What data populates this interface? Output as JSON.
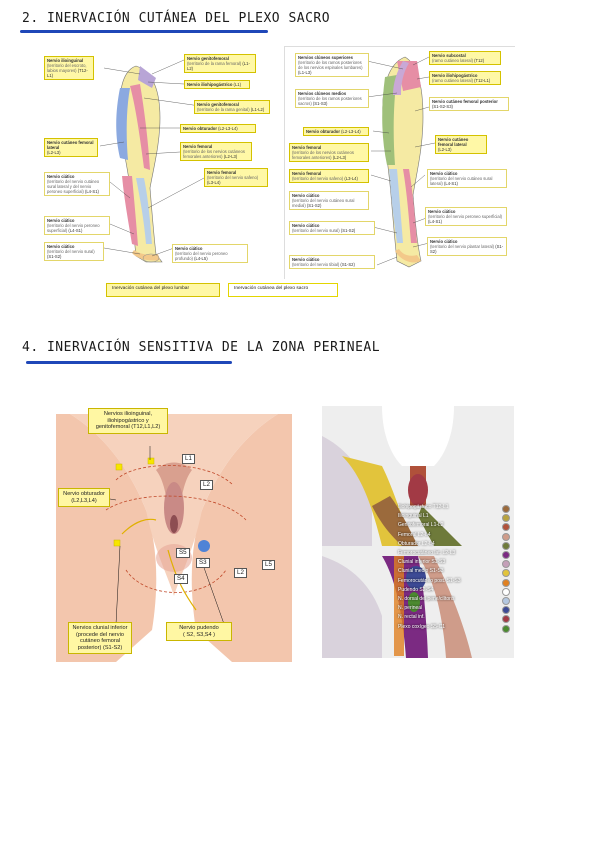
{
  "section2": {
    "title": "2. INERVACIÓN CUTÁNEA DEL PLEXO SACRO",
    "left_labels": {
      "ilioinguinal": {
        "name": "Nervio ilioinguinal",
        "desc": "(territorio del escroto, labios mayores)",
        "seg": "(T12-L1)"
      },
      "genitofemoral_top": {
        "name": "Nervio genitofemoral",
        "desc": "(territorio de la rama femoral)",
        "seg": "(L1-L2)"
      },
      "iliohipogastrico": {
        "name": "Nervio iliohipogástrico",
        "seg": "(L1)"
      },
      "genitofemoral": {
        "name": "Nervio genitofemoral",
        "desc": "(territorio de la rama genital)",
        "seg": "(L1-L2)"
      },
      "obturador": {
        "name": "Nervio obturador",
        "seg": "(L2-L3-L4)"
      },
      "cutaneo_femoral_lateral": {
        "name": "Nervio cutáneo femoral lateral",
        "seg": "(L2-L3)"
      },
      "femoral": {
        "name": "Nervio femoral",
        "desc": "(territorio de los nervios cutáneos femorales anteriores)",
        "seg": "(L2-L3)"
      },
      "safeno": {
        "name": "Nervio femoral",
        "desc": "(territorio del nervio safeno)",
        "seg": "(L3-L4)"
      },
      "ciatico_1": {
        "name": "Nervio ciático",
        "desc": "(territorio del nervio cutáneo sural lateral y del nervio peroneo superficial)",
        "seg": "(L4-S1)"
      },
      "ciatico_2": {
        "name": "Nervio ciático",
        "desc": "(territorio del nervio peroneo superficial)",
        "seg": "(L4-S1)"
      },
      "ciatico_3": {
        "name": "Nervio ciático",
        "desc": "(territorio del nervio sural)",
        "seg": "(S1-S2)"
      },
      "ciatico_4": {
        "name": "Nervio ciático",
        "desc": "(territorio del nervio peroneo profundo)",
        "seg": "(L4-L5)"
      }
    },
    "right_labels": {
      "clunios_sup": {
        "name": "Nervios clúneos superiores",
        "desc": "(territorio de los ramos posteriores de los nervios espinales lumbares)",
        "seg": "(L1-L3)"
      },
      "clunios_med": {
        "name": "Nervios clúneos medios",
        "desc": "(territorio de los ramos posteriores sacros)",
        "seg": "(S1-S3)"
      },
      "subcostal": {
        "name": "Nervio subcostal",
        "desc": "(ramo cutáneo lateral)",
        "seg": "(T12)"
      },
      "iliohipogastrico": {
        "name": "Nervio iliohipogástrico",
        "desc": "(ramo cutáneo lateral)",
        "seg": "(T12-L1)"
      },
      "cutaneo_post": {
        "name": "Nervio cutáneo femoral posterior",
        "seg": "(S1-S2-S3)"
      },
      "obturador": {
        "name": "Nervio obturador",
        "seg": "(L2-L3-L4)"
      },
      "cutaneo_lat": {
        "name": "Nervio cutáneo femoral lateral",
        "seg": "(L2-L3)"
      },
      "femoral": {
        "name": "Nervio femoral",
        "desc": "(territorio de los nervios cutáneos femorales anteriores)",
        "seg": "(L2-L3)"
      },
      "femoral_safeno": {
        "name": "Nervio femoral",
        "desc": "(territorio del nervio safeno)",
        "seg": "(L3-L4)"
      },
      "ciatico_a": {
        "name": "Nervio ciático",
        "desc": "(territorio del nervio cutáneo sural lateral)",
        "seg": "(L4-S1)"
      },
      "ciatico_b": {
        "name": "Nervio ciático",
        "desc": "(territorio del nervio cutáneo sural medial)",
        "seg": "(S1-S2)"
      },
      "ciatico_c": {
        "name": "Nervio ciático",
        "desc": "(territorio del nervio peroneo superficial)",
        "seg": "(L4-S1)"
      },
      "ciatico_d": {
        "name": "Nervio ciático",
        "desc": "(territorio del nervio sural)",
        "seg": "(S1-S2)"
      },
      "ciatico_e": {
        "name": "Nervio ciático",
        "desc": "(territorio del nervio plantar lateral)",
        "seg": "(S1-S2)"
      },
      "ciatico_f": {
        "name": "Nervio ciático",
        "desc": "(territorio del nervio tibial)",
        "seg": "(S1-S2)"
      }
    },
    "legend_lumbar": "Inervación cutánea del plexo lumbar",
    "legend_sacro": "Inervación cutánea del plexo sacro"
  },
  "section4": {
    "title": "4. INERVACIÓN SENSITIVA DE LA ZONA PERINEAL",
    "labels": {
      "ilio": {
        "name": "Nervios ilioinguinal, iliohipogástrico y genitofemoral",
        "seg": "(T12,L1,L2)"
      },
      "obturador": {
        "name": "Nervio obturador",
        "seg": "(L2,L3,L4)"
      },
      "clunial": {
        "name": "Nervios clunial inferior (procede del nervio cutáneo femoral posterior)",
        "seg": "(S1-S2)"
      },
      "pudendo": {
        "name": "Nervio pudendo",
        "seg": "( S2, S3,S4 )"
      }
    },
    "segments": {
      "l1": "L1",
      "l2a": "L2",
      "s3": "S3",
      "s4": "S4",
      "s5": "S5",
      "l2b": "L2",
      "l5": "L5"
    },
    "legend": [
      {
        "text": "Iliohipogástrico T12-L1",
        "color": "#9b6a3c"
      },
      {
        "text": "Ilioinguinal L1",
        "color": "#b8a340"
      },
      {
        "text": "Genitofemoral L1-L2",
        "color": "#b0513a"
      },
      {
        "text": "Femoral L2-L4",
        "color": "#cf9c8a"
      },
      {
        "text": "Obturador L2-L4",
        "color": "#6e7a3a"
      },
      {
        "text": "Femorocutáneo lat. L2-L3",
        "color": "#7b2a82"
      },
      {
        "text": "Clunial inferior S1-S3",
        "color": "#c4a0b8"
      },
      {
        "text": "Clunial medio S1-S3",
        "color": "#e2c43c"
      },
      {
        "text": "Femorocutáneo post. S1-S3",
        "color": "#e08020"
      },
      {
        "text": "Pudendo S2-S4",
        "color": "#ffffff"
      },
      {
        "text": "N. dorsal del pene/clítoris",
        "color": "#b3c7e0"
      },
      {
        "text": "N. perineal",
        "color": "#3d4a95"
      },
      {
        "text": "N. rectal inf.",
        "color": "#a23a45"
      },
      {
        "text": "Plexo coxígeo S5-C1",
        "color": "#4c8a30"
      }
    ]
  }
}
